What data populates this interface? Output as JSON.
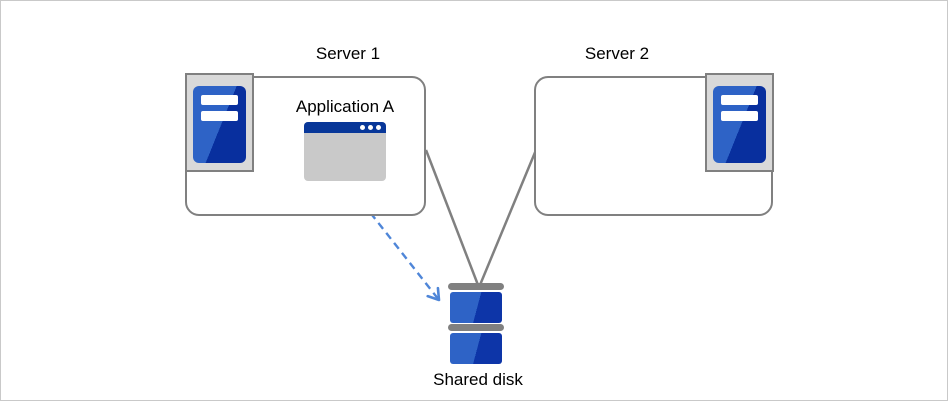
{
  "diagram": {
    "server1": {
      "label": "Server 1"
    },
    "server2": {
      "label": "Server 2"
    },
    "application_a": {
      "label": "Application A"
    },
    "shared_disk": {
      "label": "Shared disk"
    },
    "icons": {
      "server1_icon": "server-tower-icon",
      "server2_icon": "server-tower-icon",
      "application_icon": "application-window-icon",
      "shared_disk_icon": "disk-stack-icon"
    },
    "connections": [
      {
        "from": "Server 1",
        "to": "Shared disk",
        "style": "solid-line"
      },
      {
        "from": "Server 2",
        "to": "Shared disk",
        "style": "solid-line"
      },
      {
        "from": "Application A",
        "to": "Shared disk",
        "style": "dashed-arrow"
      }
    ],
    "colors": {
      "connector_gray": "#808080",
      "dashed_arrow_blue": "#4f86d8",
      "server_blue_light": "#2e63c6",
      "server_blue_dark": "#082f9e",
      "window_titlebar_blue": "#083799",
      "icon_background_gray": "#d9d9d9",
      "window_body_gray": "#c9c9c9",
      "canvas_border_gray": "#c9c9c9"
    }
  }
}
